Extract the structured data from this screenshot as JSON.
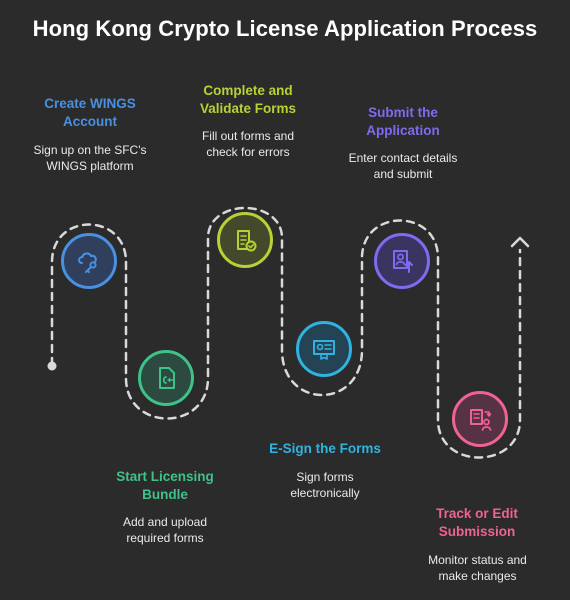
{
  "title": "Hong Kong Crypto License Application Process",
  "steps": [
    {
      "label_line1": "Create WINGS",
      "label_line2": "Account",
      "desc_line1": "Sign up on the SFC's",
      "desc_line2": "WINGS platform",
      "color": "#4a90e2",
      "icon": "cloud-key-icon"
    },
    {
      "label_line1": "Start Licensing",
      "label_line2": "Bundle",
      "desc_line1": "Add and upload",
      "desc_line2": "required forms",
      "color": "#3ec28a",
      "icon": "code-file-icon"
    },
    {
      "label_line1": "Complete and",
      "label_line2": "Validate Forms",
      "desc_line1": "Fill out forms and",
      "desc_line2": "check for errors",
      "color": "#b5d334",
      "icon": "checklist-icon"
    },
    {
      "label_line1": "E-Sign the Forms",
      "label_line2": "",
      "desc_line1": "Sign forms",
      "desc_line2": "electronically",
      "color": "#2fb3e0",
      "icon": "certificate-icon"
    },
    {
      "label_line1": "Submit the",
      "label_line2": "Application",
      "desc_line1": "Enter contact details",
      "desc_line2": "and submit",
      "color": "#7d6cf0",
      "icon": "upload-profile-icon"
    },
    {
      "label_line1": "Track or Edit",
      "label_line2": "Submission",
      "desc_line1": "Monitor status and",
      "desc_line2": "make changes",
      "color": "#f06292",
      "icon": "tracking-icon"
    }
  ]
}
